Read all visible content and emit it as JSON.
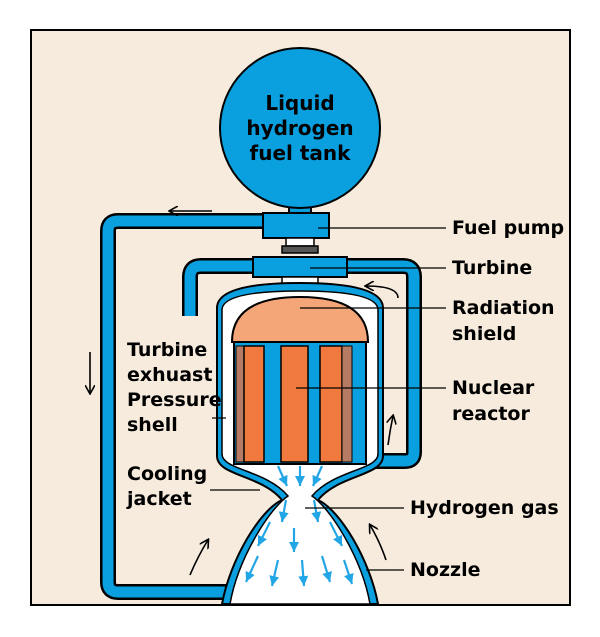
{
  "tank_label": [
    "Liquid",
    "hydrogen",
    "fuel tank"
  ],
  "labels": {
    "fuel_pump": "Fuel pump",
    "turbine": "Turbine",
    "radiation_shield": [
      "Radiation",
      "shield"
    ],
    "turbine_exhaust": [
      "Turbine",
      "exhuast"
    ],
    "pressure_shell": [
      "Pressure",
      "shell"
    ],
    "nuclear_reactor": [
      "Nuclear",
      "reactor"
    ],
    "cooling_jacket": [
      "Cooling",
      "jacket"
    ],
    "hydrogen_gas": "Hydrogen gas",
    "nozzle": "Nozzle"
  },
  "colors": {
    "background": "#f6ebdd",
    "pipe_blue": "#0aa0e0",
    "shield": "#f5a678",
    "fuel_rod": "#f07a3e",
    "rod_side": "#b57c63",
    "spray": "#23a6e6",
    "outline": "#000000"
  }
}
